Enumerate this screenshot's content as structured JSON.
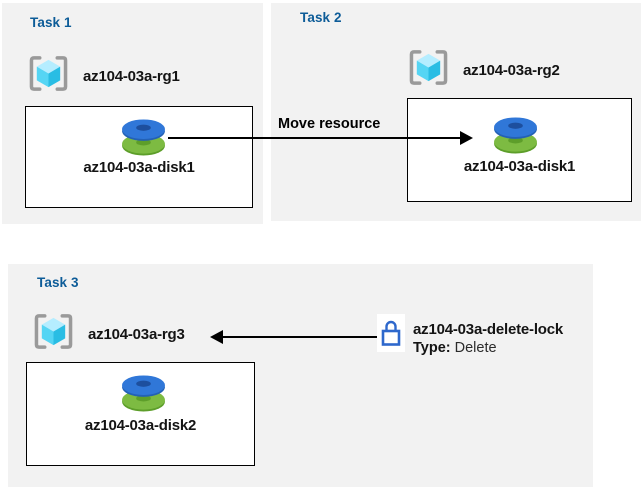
{
  "colors": {
    "panel_bg": "#f2f2f2",
    "title_blue": "#0d5c98",
    "label_black": "#141414",
    "box_border": "#000000",
    "box_bg": "#ffffff",
    "arrow": "#000000",
    "lock_blue": "#2e68cc",
    "disk_blue": "#3077d8",
    "disk_blue_dark": "#1d4f9e",
    "disk_green": "#7dbb42",
    "disk_green_dark": "#5d9e2a",
    "cube_top": "#b5edff",
    "cube_left": "#55d5f4",
    "cube_right": "#29bde4",
    "bracket_gray": "#9a9a9a"
  },
  "icons": {
    "resource_group": "resource-group-icon",
    "disk": "disk-icon",
    "lock": "lock-icon"
  },
  "tasks": [
    {
      "title": "Task 1",
      "rg_label": "az104-03a-rg1",
      "disk_label": "az104-03a-disk1"
    },
    {
      "title": "Task 2",
      "rg_label": "az104-03a-rg2",
      "disk_label": "az104-03a-disk1"
    },
    {
      "title": "Task 3",
      "rg_label": "az104-03a-rg3",
      "disk_label": "az104-03a-disk2"
    }
  ],
  "move_arrow": {
    "label": "Move resource"
  },
  "lock": {
    "name": "az104-03a-delete-lock",
    "type_label": "Type:",
    "type_value": "Delete"
  }
}
